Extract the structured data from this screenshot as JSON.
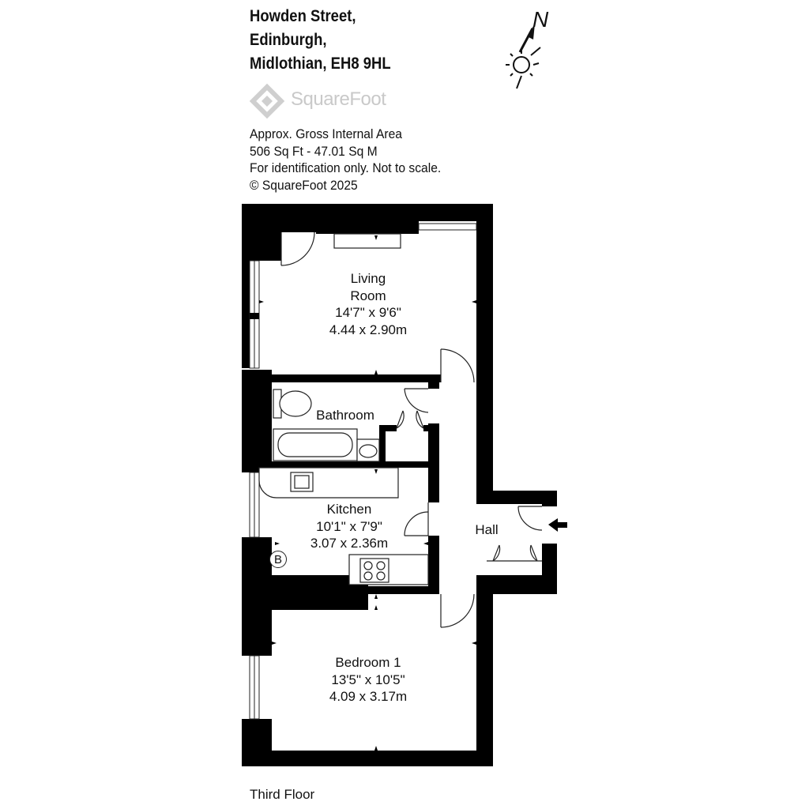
{
  "address": {
    "line1": "Howden Street,",
    "line2": "Edinburgh,",
    "line3": "Midlothian, EH8 9HL"
  },
  "brand": {
    "name": "SquareFoot"
  },
  "area_info": {
    "line1": "Approx. Gross Internal Area",
    "line2": "506 Sq Ft  -  47.01 Sq M",
    "line3": "For identification only. Not to scale.",
    "line4": "© SquareFoot 2025"
  },
  "compass": {
    "label": "N"
  },
  "rooms": {
    "living": {
      "name1": "Living",
      "name2": "Room",
      "dim_imperial": "14'7\" x 9'6\"",
      "dim_metric": "4.44 x 2.90m"
    },
    "bathroom": {
      "name": "Bathroom"
    },
    "kitchen": {
      "name": "Kitchen",
      "dim_imperial": "10'1\" x 7'9\"",
      "dim_metric": "3.07 x 2.36m"
    },
    "hall": {
      "name": "Hall"
    },
    "bedroom": {
      "name": "Bedroom 1",
      "dim_imperial": "13'5\" x 10'5\"",
      "dim_metric": "4.09 x 3.17m"
    }
  },
  "fixtures": {
    "boiler_label": "B"
  },
  "floor": {
    "label": "Third Floor"
  },
  "colors": {
    "wall": "#000000",
    "logo": "#c9c9c9"
  }
}
